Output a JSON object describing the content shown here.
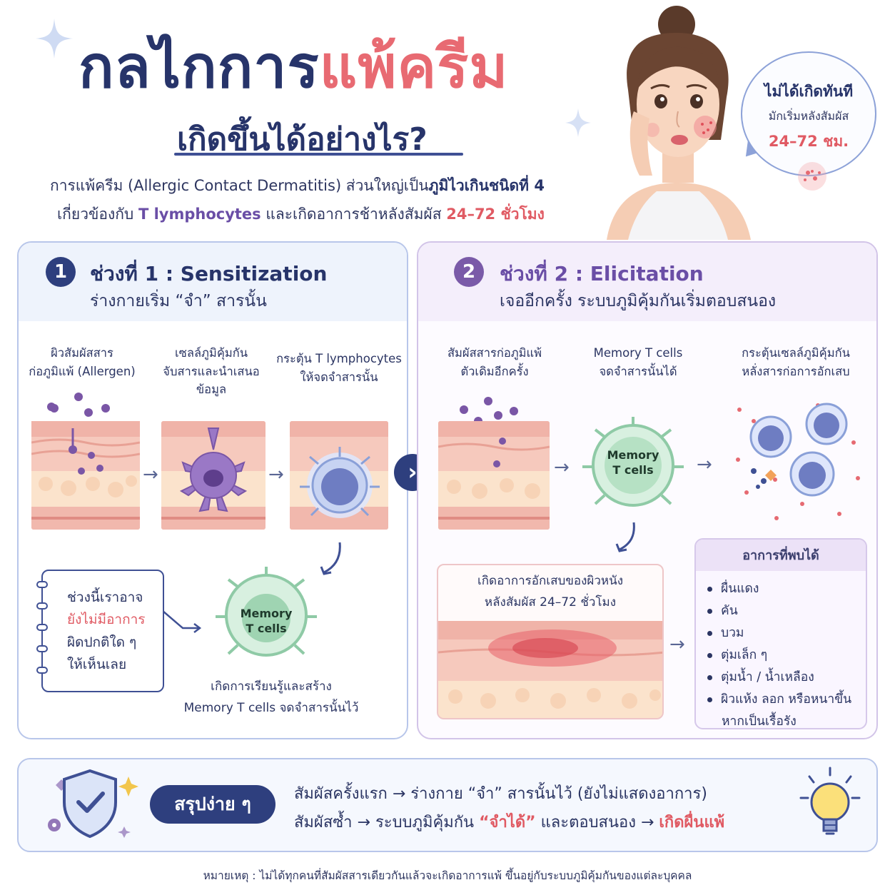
{
  "header": {
    "title_part1": "กลไกการ",
    "title_part2": "แพ้ครีม",
    "subtitle": "เกิดขึ้นได้อย่างไร?",
    "intro_line1_a": "การแพ้ครีม (Allergic Contact Dermatitis) ส่วนใหญ่เป็น",
    "intro_line1_b": "ภูมิไวเกินชนิดที่ 4",
    "intro_line2_a": "เกี่ยวข้องกับ ",
    "intro_line2_b": "T lymphocytes",
    "intro_line2_c": " และเกิดอาการช้าหลังสัมผัส ",
    "intro_line2_d": "24–72 ชั่วโมง"
  },
  "bubble": {
    "line1": "ไม่ได้เกิดทันที",
    "line2": "มักเริ่มหลังสัมผัส",
    "line3": "24–72 ชม."
  },
  "phase1": {
    "number": "1",
    "title": "ช่วงที่ 1 : Sensitization",
    "subtitle": "ร่างกายเริ่ม “จำ” สารนั้น",
    "steps": [
      {
        "line1": "ผิวสัมผัสสาร",
        "line2": "ก่อภูมิแพ้ (Allergen)",
        "line3": ""
      },
      {
        "line1": "เซลล์ภูมิคุ้มกัน",
        "line2": "จับสารและนำเสนอ",
        "line3": "ข้อมูล"
      },
      {
        "line1": "กระตุ้น T lymphocytes",
        "line2": "ให้จดจำสารนั้น",
        "line3": ""
      }
    ],
    "note": {
      "line1": "ช่วงนี้เราอาจ",
      "line2": "ยังไม่มีอาการ",
      "line3": "ผิดปกติใด ๆ",
      "line4": "ให้เห็นเลย"
    },
    "memory_label_1": "Memory",
    "memory_label_2": "T cells",
    "result_line1": "เกิดการเรียนรู้และสร้าง",
    "result_line2": "Memory T cells จดจำสารนั้นไว้"
  },
  "phase2": {
    "number": "2",
    "title": "ช่วงที่ 2 : Elicitation",
    "subtitle": "เจออีกครั้ง ระบบภูมิคุ้มกันเริ่มตอบสนอง",
    "steps": [
      {
        "line1": "สัมผัสสารก่อภูมิแพ้",
        "line2": "ตัวเดิมอีกครั้ง"
      },
      {
        "line1": "Memory T cells",
        "line2": "จดจำสารนั้นได้"
      },
      {
        "line1": "กระตุ้นเซลล์ภูมิคุ้มกัน",
        "line2": "หลั่งสารก่อการอักเสบ"
      }
    ],
    "memory_label_1": "Memory",
    "memory_label_2": "T cells",
    "inflammation_line1": "เกิดอาการอักเสบของผิวหนัง",
    "inflammation_line2": "หลังสัมผัส 24–72 ชั่วโมง",
    "symptoms_title": "อาการที่พบได้",
    "symptoms": [
      "ผื่นแดง",
      "คัน",
      "บวม",
      "ตุ่มเล็ก ๆ",
      "ตุ่มน้ำ / น้ำเหลือง",
      "ผิวแห้ง ลอก หรือหนาขึ้น"
    ],
    "symptoms_continuation": "หากเป็นเรื้อรัง"
  },
  "summary": {
    "pill_label": "สรุปง่าย ๆ",
    "line1": "สัมผัสครั้งแรก → ร่างกาย “จำ” สารนั้นไว้ (ยังไม่แสดงอาการ)",
    "line2_a": "สัมผัสซ้ำ → ระบบภูมิคุ้มกัน ",
    "line2_b": "“จำได้”",
    "line2_c": " และตอบสนอง → ",
    "line2_d": "เกิดผื่นแพ้"
  },
  "footnote": "หมายเหตุ : ไม่ได้ทุกคนที่สัมผัสสารเดียวกันแล้วจะเกิดอาการแพ้  ขึ้นอยู่กับระบบภูมิคุ้มกันของแต่ละบุคคล",
  "colors": {
    "navy": "#27346a",
    "pink": "#e86a72",
    "purple": "#6a4ea6",
    "phase1_accent": "#2e3f7e",
    "phase2_accent": "#7a5aa8"
  },
  "icons": [
    "sparkle-icon",
    "woman-illustration",
    "chevron-right-icon",
    "shield-check-icon",
    "lightbulb-icon",
    "gear-icon"
  ]
}
